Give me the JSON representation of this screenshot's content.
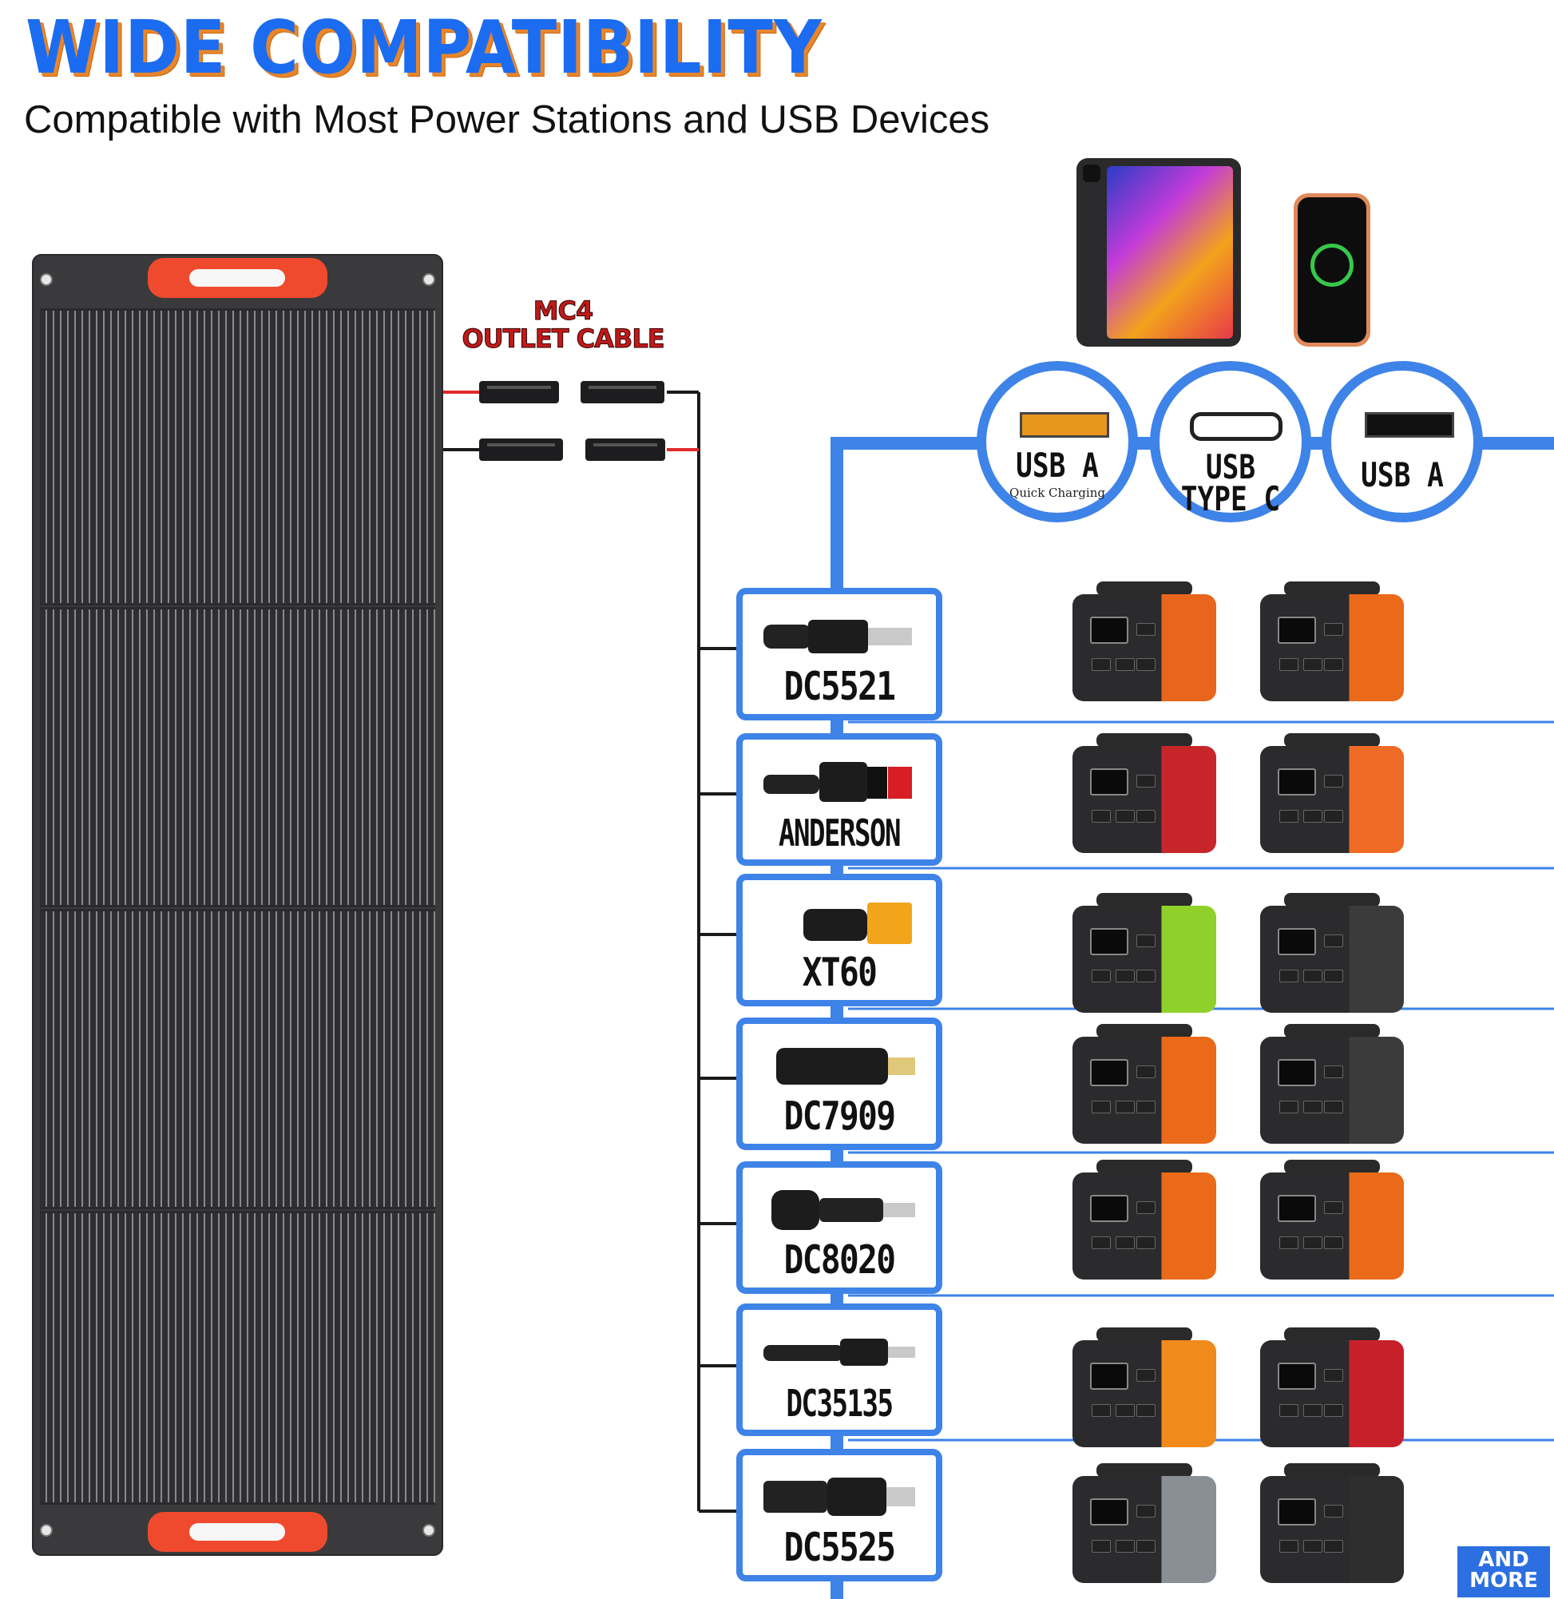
{
  "header": {
    "title": "WIDE COMPATIBILITY",
    "subtitle": "Compatible with Most Power Stations and USB Devices"
  },
  "cable": {
    "label_line1": "MC4",
    "label_line2": "OUTLET CABLE"
  },
  "usb_ports": [
    {
      "label_line1": "USB A",
      "label_line2": "",
      "sub": "Quick Charging",
      "port_color": "#e8961e"
    },
    {
      "label_line1": "USB",
      "label_line2": "TYPE C",
      "sub": "",
      "port_color": "#ffffff"
    },
    {
      "label_line1": "USB A",
      "label_line2": "",
      "sub": "",
      "port_color": "#111111"
    }
  ],
  "connectors": [
    {
      "label": "DC5521"
    },
    {
      "label": "ANDERSON"
    },
    {
      "label": "XT60"
    },
    {
      "label": "DC7909"
    },
    {
      "label": "DC8020"
    },
    {
      "label": "DC35135"
    },
    {
      "label": "DC5525"
    }
  ],
  "stations": [
    {
      "row": 1,
      "left_color": "#e8651c",
      "right_color": "#ea6a1a"
    },
    {
      "row": 2,
      "left_color": "#c8252a",
      "right_color": "#ef6a24"
    },
    {
      "row": 3,
      "left_color": "#8fd12a",
      "right_color": "#3b3b3b"
    },
    {
      "row": 4,
      "left_color": "#ea6a1a",
      "right_color": "#3b3b3b"
    },
    {
      "row": 5,
      "left_color": "#ea6a1a",
      "right_color": "#ea6a1a"
    },
    {
      "row": 6,
      "left_color": "#f08a1a",
      "right_color": "#c8202a"
    },
    {
      "row": 7,
      "left_color": "#8a8f96",
      "right_color": "#2e2e2e"
    }
  ],
  "footer": {
    "and_more_line1": "AND",
    "and_more_line2": "MORE"
  },
  "colors": {
    "accent_blue": "#3e83e8",
    "title_blue": "#1b6cf0",
    "title_shadow": "#e8862a",
    "cable_red": "#e02a2a",
    "panel_handle": "#f04a2e"
  },
  "icons": [
    "tablet-icon",
    "phone-icon",
    "usb-a-port-icon",
    "usb-c-port-icon"
  ]
}
